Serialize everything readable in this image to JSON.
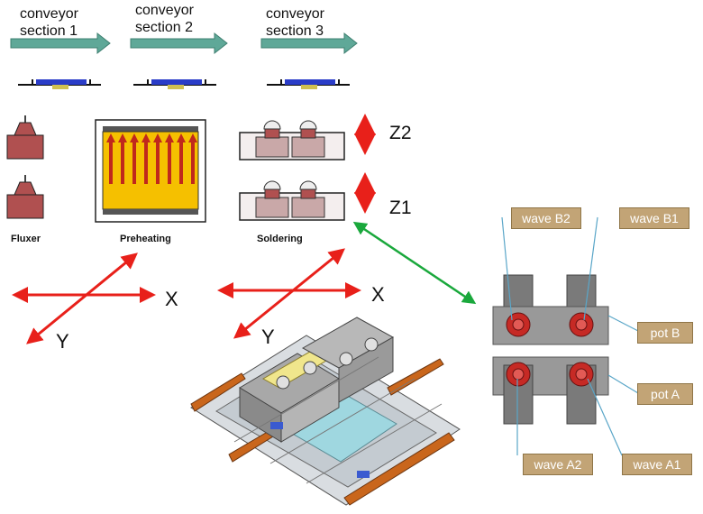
{
  "conveyor": {
    "sections": [
      {
        "line1": "conveyor",
        "line2": "section 1"
      },
      {
        "line1": "conveyor",
        "line2": "section 2"
      },
      {
        "line1": "conveyor",
        "line2": "section 3"
      }
    ]
  },
  "stations": {
    "fluxer": "Fluxer",
    "preheating": "Preheating",
    "soldering": "Soldering"
  },
  "axes": {
    "left": {
      "x": "X",
      "y": "Y"
    },
    "right": {
      "x": "X",
      "y": "Y"
    },
    "z2": "Z2",
    "z1": "Z1"
  },
  "waves": {
    "b2": "wave B2",
    "b1": "wave B1",
    "pot_b": "pot B",
    "pot_a": "pot A",
    "a2": "wave A2",
    "a1": "wave A1"
  },
  "colors": {
    "conveyor_arrow": "#5fa898",
    "axis_arrow": "#e8201a",
    "link_arrow": "#1aa83c",
    "tag_fill": "#c2a476",
    "fluxer_body": "#b05050",
    "preheat_fill": "#f5c000",
    "pot_fill": "#7a7a7a"
  }
}
